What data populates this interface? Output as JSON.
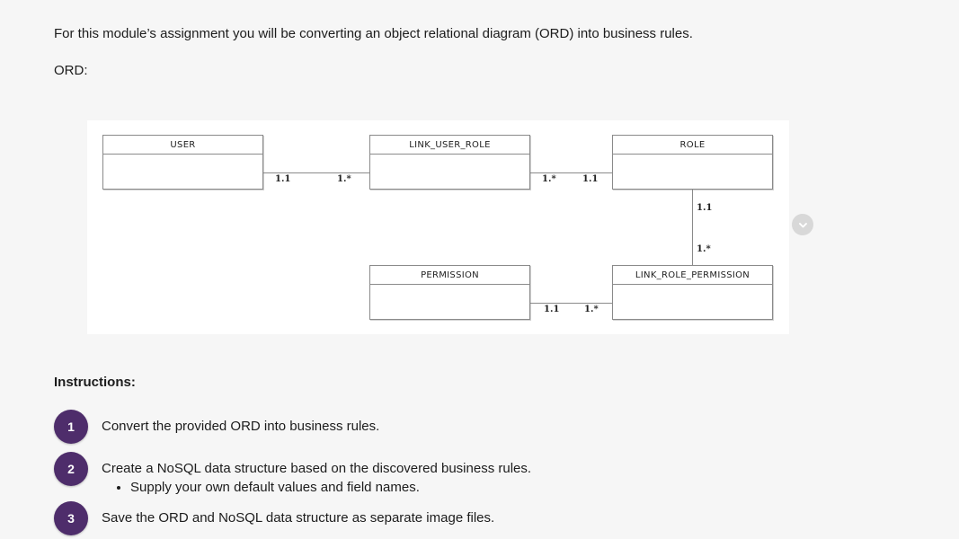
{
  "intro": {
    "line1": "For this module’s assignment you will be converting an object relational diagram (ORD) into business rules.",
    "line2": "ORD:"
  },
  "diagram": {
    "entities": [
      {
        "name": "USER"
      },
      {
        "name": "LINK_USER_ROLE"
      },
      {
        "name": "ROLE"
      },
      {
        "name": "PERMISSION"
      },
      {
        "name": "LINK_ROLE_PERMISSION"
      }
    ],
    "relationships": [
      {
        "from": "USER",
        "to": "LINK_USER_ROLE",
        "from_card": "1.1",
        "to_card": "1.*"
      },
      {
        "from": "LINK_USER_ROLE",
        "to": "ROLE",
        "from_card": "1.*",
        "to_card": "1.1"
      },
      {
        "from": "ROLE",
        "to": "LINK_ROLE_PERMISSION",
        "from_card": "1.1",
        "to_card": "1.*"
      },
      {
        "from": "PERMISSION",
        "to": "LINK_ROLE_PERMISSION",
        "from_card": "1.1",
        "to_card": "1.*"
      }
    ],
    "expand_button": {
      "icon": "chevron-down-icon"
    }
  },
  "instructions": {
    "heading": "Instructions:",
    "steps": [
      {
        "number": "1",
        "text": "Convert the provided ORD into business rules.",
        "sub": []
      },
      {
        "number": "2",
        "text": "Create a NoSQL data structure based on the discovered business rules.",
        "sub": [
          "Supply your own default values and field names."
        ]
      },
      {
        "number": "3",
        "text": "Save the ORD and NoSQL data structure as separate image files.",
        "sub": []
      }
    ]
  },
  "colors": {
    "page_background": "#f6f6f6",
    "panel_background": "#ffffff",
    "badge": "#4e2d6b",
    "entity_border": "#8a8a8a",
    "chevron_button": "#d8d8d8"
  }
}
